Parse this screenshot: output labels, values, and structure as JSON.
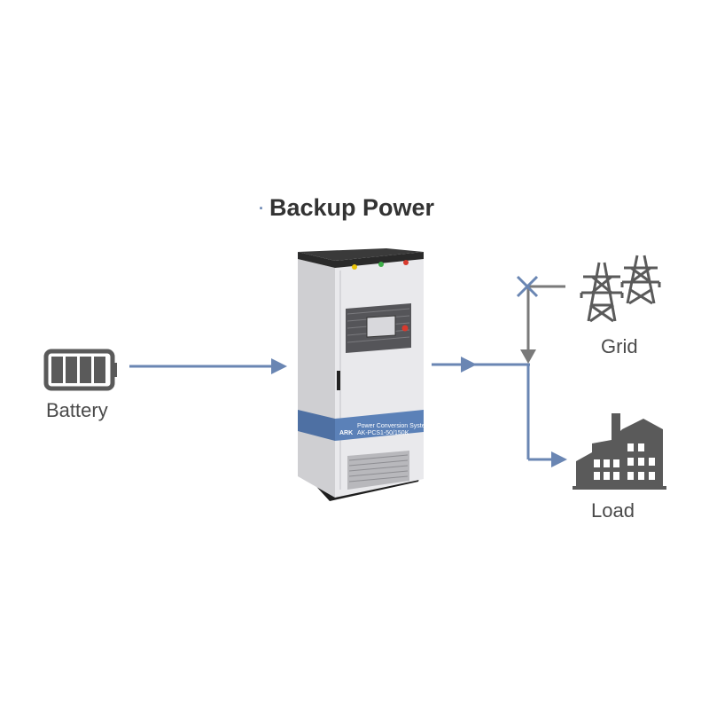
{
  "diagram": {
    "title": "Backup Power",
    "nodes": {
      "battery": {
        "label": "Battery"
      },
      "grid": {
        "label": "Grid"
      },
      "load": {
        "label": "Load"
      }
    },
    "cabinet": {
      "brand": "ARK",
      "line1": "Power Conversion System",
      "line2": "AK-PCS1-50/150K"
    },
    "edges": [
      {
        "from": "battery",
        "to": "cabinet"
      },
      {
        "from": "cabinet",
        "to": "load"
      },
      {
        "from": "grid",
        "to": "junction",
        "state": "disconnected"
      }
    ]
  },
  "colors": {
    "flow": "#6a86b3",
    "grid_line": "#7a7a7a",
    "icon": "#5a5a5a",
    "cabinet_band": "#5b81b8"
  }
}
